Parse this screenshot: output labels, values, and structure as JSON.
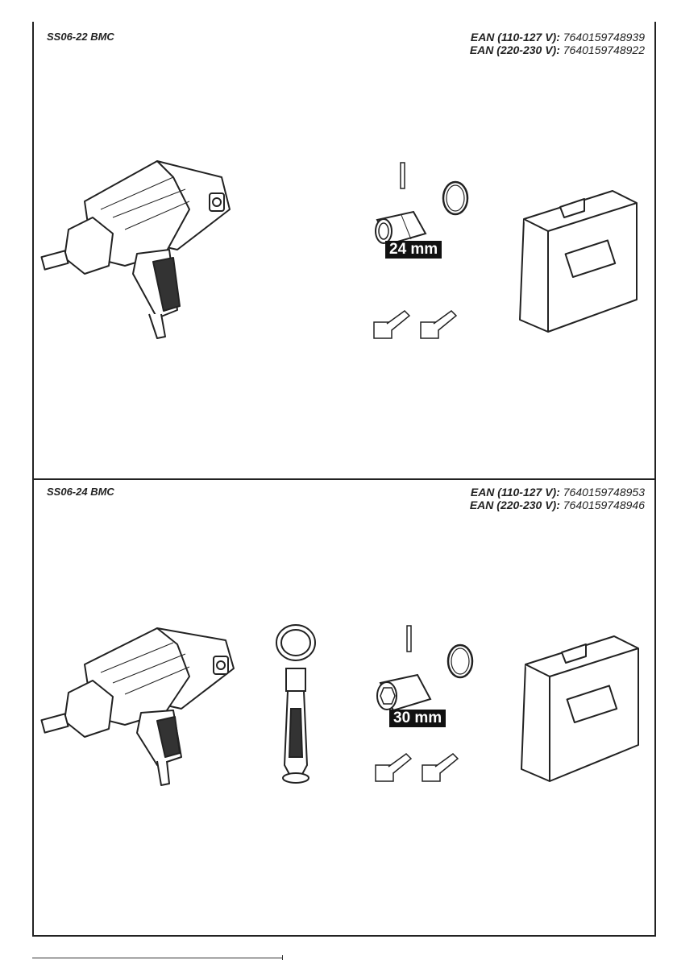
{
  "sections": [
    {
      "model": "SS06-22 BMC",
      "ean_lines": [
        {
          "label": "EAN (110-127 V):",
          "code": "7640159748939"
        },
        {
          "label": "EAN (220-230 V):",
          "code": "7640159748922"
        }
      ],
      "socket_size": "24 mm"
    },
    {
      "model": "SS06-24 BMC",
      "ean_lines": [
        {
          "label": "EAN (110-127 V):",
          "code": "7640159748953"
        },
        {
          "label": "EAN (220-230 V):",
          "code": "7640159748946"
        }
      ],
      "socket_size": "30 mm"
    }
  ],
  "icons": [
    "impact-wrench-icon",
    "socket-icon",
    "o-ring-icon",
    "retaining-pin-icon",
    "carbon-brush-icon",
    "carrying-case-icon",
    "side-handle-icon"
  ]
}
